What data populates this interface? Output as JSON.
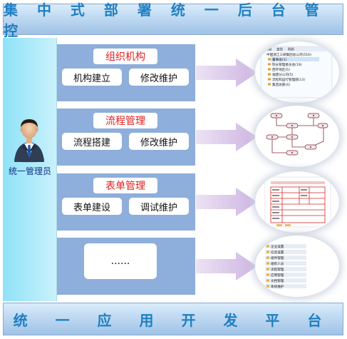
{
  "header": {
    "title": "集 中 式 部 署 统 一 后 台 管 控"
  },
  "footer": {
    "title": "统 一 应 用 开 发 平 台"
  },
  "admin": {
    "label": "统一管理员",
    "icon": "admin-user-icon"
  },
  "modules": [
    {
      "title": "组织机构",
      "left_button": "机构建立",
      "right_button": "修改维护"
    },
    {
      "title": "流程管理",
      "left_button": "流程搭建",
      "right_button": "修改维护"
    },
    {
      "title": "表单管理",
      "left_button": "表单建设",
      "right_button": "调试维护"
    },
    {
      "ellipsis": "......"
    }
  ],
  "thumbnails": {
    "org_tree": {
      "tabs": [
        "编辑",
        "查找",
        "刷新"
      ],
      "items": [
        "中国浙江三峡集团总公司(516)",
        "董事会(1)",
        "院长管理委员会(19)",
        "西环地区(5)",
        "福建分公司(5)",
        "流程和运行管理部(13)",
        "集团总部(4)"
      ]
    },
    "menu_list": {
      "items": [
        "企业设置",
        "信息设置",
        "组件管理",
        "组织人员",
        "流程管理",
        "应用管理",
        "文档管理",
        "系统维护"
      ]
    }
  },
  "colors": {
    "banner_text": "#1f7fc2",
    "module_bg": "#8eaedb",
    "module_title": "#e22020",
    "left_panel": "#8fe2f8",
    "arrow": "#d7c5e8"
  }
}
